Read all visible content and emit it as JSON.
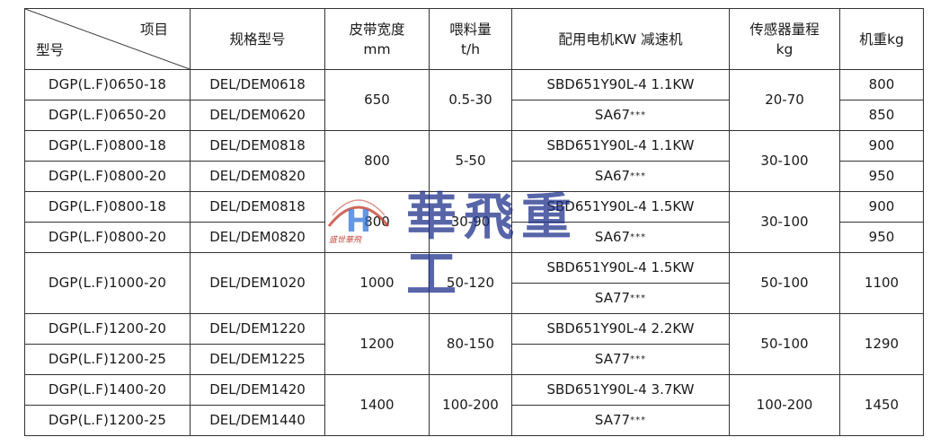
{
  "header": {
    "corner_top": "项目",
    "corner_bottom": "型号",
    "spec": "规格型号",
    "belt_width": [
      "皮带宽度",
      "mm"
    ],
    "feed": [
      "喂料量",
      "t/h"
    ],
    "motor": "配用电机KW  减速机",
    "sensor": [
      "传感器量程",
      "kg"
    ],
    "weight": "机重kg"
  },
  "stars": "***",
  "groups": [
    {
      "rows": [
        {
          "model": "DGP(L.F)0650-18",
          "spec": "DEL/DEM0618",
          "motor": "SBD651Y90L-4  1.1KW",
          "weight": "800"
        },
        {
          "model": "DGP(L.F)0650-20",
          "spec": "DEL/DEM0620",
          "motor": "SA67",
          "weight": "850"
        }
      ],
      "width": "650",
      "feed": "0.5-30",
      "sensor": "20-70"
    },
    {
      "rows": [
        {
          "model": "DGP(L.F)0800-18",
          "spec": "DEL/DEM0818",
          "motor": "SBD651Y90L-4  1.1KW",
          "weight": "900"
        },
        {
          "model": "DGP(L.F)0800-20",
          "spec": "DEL/DEM0820",
          "motor": "SA67",
          "weight": "950"
        }
      ],
      "width": "800",
      "feed": "5-50",
      "sensor": "30-100"
    },
    {
      "rows": [
        {
          "model": "DGP(L.F)0800-18",
          "spec": "DEL/DEM0818",
          "motor": "SBD651Y90L-4  1.5KW",
          "weight": "900"
        },
        {
          "model": "DGP(L.F)0800-20",
          "spec": "DEL/DEM0820",
          "motor": "SA67",
          "weight": "950"
        }
      ],
      "width": "800",
      "feed": "30-90",
      "sensor": "30-100"
    },
    {
      "rows": [
        {
          "model": "DGP(L.F)1000-20",
          "spec": "DEL/DEM1020",
          "motor": "SBD651Y90L-4  1.5KW"
        },
        {
          "motor": "SA77"
        }
      ],
      "width": "1000",
      "feed": "50-120",
      "sensor": "50-100",
      "weight": "1100"
    },
    {
      "rows": [
        {
          "model": "DGP(L.F)1200-20",
          "spec": "DEL/DEM1220",
          "motor": "SBD651Y90L-4  2.2KW"
        },
        {
          "model": "DGP(L.F)1200-25",
          "spec": "DEL/DEM1225",
          "motor": "SA77"
        }
      ],
      "width": "1200",
      "feed": "80-150",
      "sensor": "50-100",
      "weight": "1290"
    },
    {
      "rows": [
        {
          "model": "DGP(L.F)1400-20",
          "spec": "DEL/DEM1420",
          "motor": "SBD651Y90L-4  3.7KW"
        },
        {
          "model": "DGP(L.F)1200-25",
          "spec": "DEL/DEM1440",
          "motor": "SA77"
        }
      ],
      "width": "1400",
      "feed": "100-200",
      "sensor": "100-200",
      "weight": "1450"
    }
  ],
  "watermark": {
    "name": "華飛重工",
    "logo_letter": "H",
    "slogan": "盛世華飛"
  }
}
